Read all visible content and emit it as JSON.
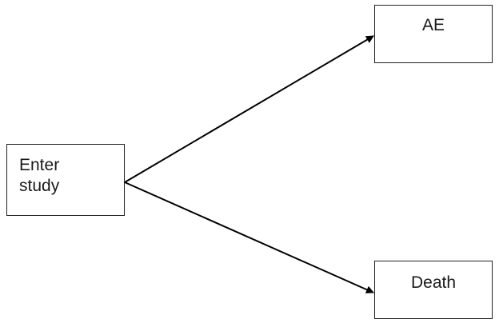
{
  "nodes": {
    "start": {
      "label": "Enter\nstudy"
    },
    "ae": {
      "label": "AE"
    },
    "death": {
      "label": "Death"
    }
  },
  "edges": [
    {
      "from": "start",
      "to": "ae"
    },
    {
      "from": "start",
      "to": "death"
    }
  ],
  "colors": {
    "stroke": "#000000",
    "text": "#1a1a1a",
    "background": "#ffffff"
  }
}
